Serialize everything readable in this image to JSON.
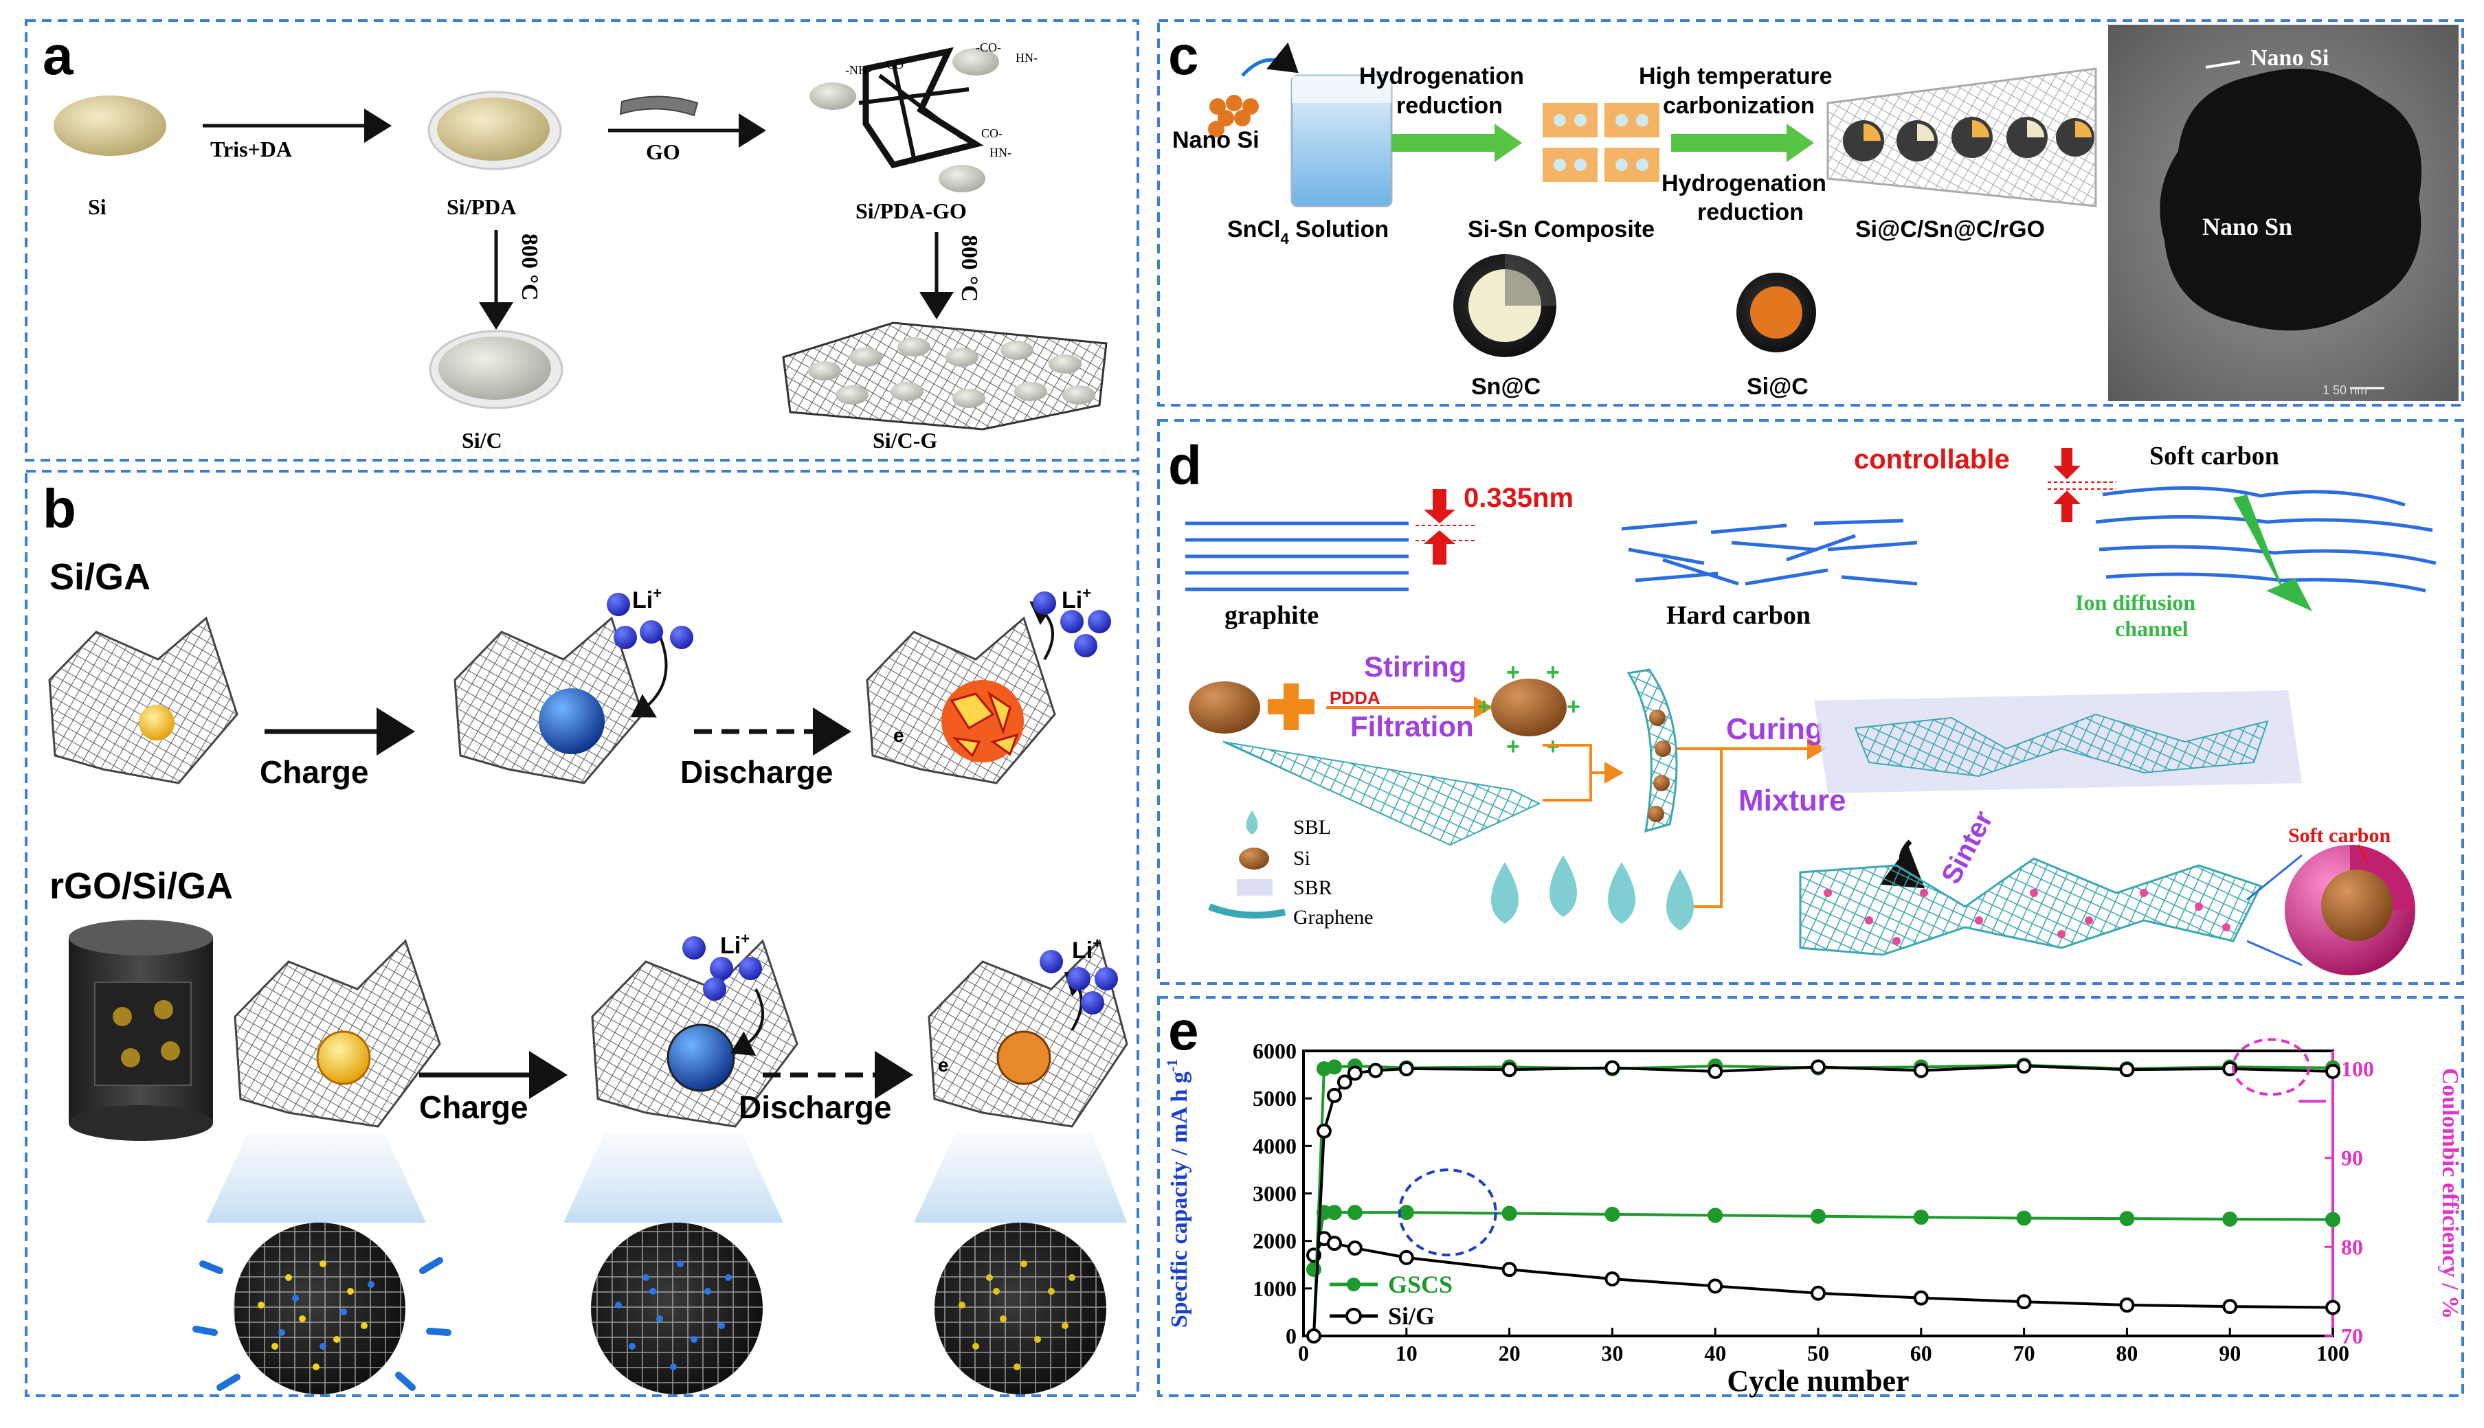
{
  "colors": {
    "panel_border": "#3b7dd8",
    "si_ball": "#e8d9a6",
    "graphene": "#555555",
    "li_ion": "#2233cc",
    "green_arrow": "#58c443",
    "red_text": "#e01515",
    "purple_text": "#a23fe0",
    "orange": "#f28a1a",
    "pink_axis": "#e033c8",
    "gscs": "#1e9a2c",
    "sig": "#000000",
    "teal": "#3fb6bf"
  },
  "panel_a": {
    "letter": "a",
    "si": "Si",
    "tris_da": "Tris+DA",
    "si_pda": "Si/PDA",
    "go": "GO",
    "si_pda_go": "Si/PDA-GO",
    "temp_left": "800 °C",
    "temp_right": "800 °C",
    "si_c": "Si/C",
    "si_c_g": "Si/C-G",
    "chem_labels": [
      "-NH-",
      "CO",
      "-CO-",
      "HN-",
      "CO-",
      "HN-"
    ]
  },
  "panel_b": {
    "letter": "b",
    "top_title": "Si/GA",
    "bottom_title": "rGO/Si/GA",
    "charge": "Charge",
    "discharge": "Discharge",
    "li_ion": "Li",
    "li_sup": "+",
    "electron": "e"
  },
  "panel_c": {
    "letter": "c",
    "nano_si": "Nano Si",
    "sncl4_main": "SnCl",
    "sncl4_sub": "4",
    "sncl4_tail": " Solution",
    "hydro1_line1": "Hydrogenation",
    "hydro1_line2": "reduction",
    "si_sn": "Si-Sn Composite",
    "high_temp_line1": "High temperature",
    "high_temp_line2": "carbonization",
    "hydro2_line1": "Hydrogenation",
    "hydro2_line2": "reduction",
    "product": "Si@C/Sn@C/rGO",
    "sn_c": "Sn@C",
    "si_c": "Si@C",
    "tem_nano_si": "Nano Si",
    "tem_nano_sn": "Nano Sn",
    "tem_scale": "1 50 nm"
  },
  "panel_d": {
    "letter": "d",
    "spacing": "0.335nm",
    "graphite": "graphite",
    "hard_carbon": "Hard carbon",
    "controllable": "controllable",
    "soft_carbon": "Soft carbon",
    "ion_line1": "Ion diffusion",
    "ion_line2": "channel",
    "pdda": "PDDA",
    "stirring": "Stirring",
    "filtration": "Filtration",
    "curing": "Curing",
    "mixture": "Mixture",
    "sinter": "Sinter",
    "legend": [
      "SBL",
      "Si",
      "SBR",
      "Graphene"
    ],
    "soft_carbon_small": "Soft carbon"
  },
  "panel_e": {
    "letter": "e"
  },
  "chart_data": {
    "type": "scatter",
    "xlabel": "Cycle number",
    "ylabel": "Specific capacity / mA h g",
    "ylabel_sup": "-1",
    "y2label": "Coulombic efficiency / %",
    "xlim": [
      0,
      100
    ],
    "ylim": [
      0,
      6000
    ],
    "y2lim": [
      70,
      102
    ],
    "xticks": [
      0,
      10,
      20,
      30,
      40,
      50,
      60,
      70,
      80,
      90,
      100
    ],
    "yticks": [
      0,
      1000,
      2000,
      3000,
      4000,
      5000,
      6000
    ],
    "y2ticks": [
      70,
      80,
      90,
      100
    ],
    "legend": [
      "GSCS",
      "Si/G"
    ],
    "series": [
      {
        "name": "GSCS",
        "axis": "left",
        "x": [
          1,
          2,
          3,
          5,
          10,
          20,
          30,
          40,
          50,
          60,
          70,
          80,
          90,
          100
        ],
        "values": [
          1400,
          2600,
          2600,
          2600,
          2600,
          2580,
          2560,
          2540,
          2520,
          2500,
          2480,
          2470,
          2460,
          2450
        ]
      },
      {
        "name": "Si/G",
        "axis": "left",
        "x": [
          1,
          2,
          3,
          5,
          10,
          20,
          30,
          40,
          50,
          60,
          70,
          80,
          90,
          100
        ],
        "values": [
          1700,
          2050,
          1950,
          1850,
          1650,
          1400,
          1200,
          1050,
          900,
          800,
          720,
          650,
          620,
          600
        ]
      },
      {
        "name": "GSCS",
        "axis": "right",
        "x": [
          1,
          2,
          3,
          5,
          10,
          20,
          30,
          40,
          50,
          60,
          70,
          80,
          90,
          100
        ],
        "values": [
          70,
          100,
          100.2,
          100.3,
          100.1,
          100.2,
          100.0,
          100.3,
          100.1,
          100.2,
          100.4,
          100.0,
          100.2,
          100.1
        ]
      },
      {
        "name": "Si/G",
        "axis": "right",
        "x": [
          1,
          2,
          3,
          4,
          5,
          7,
          10,
          20,
          30,
          40,
          50,
          60,
          70,
          80,
          90,
          100
        ],
        "values": [
          70,
          93,
          97,
          98.5,
          99.5,
          99.8,
          100.0,
          99.9,
          100.1,
          99.7,
          100.2,
          99.8,
          100.3,
          99.9,
          100.0,
          99.7
        ]
      }
    ]
  }
}
